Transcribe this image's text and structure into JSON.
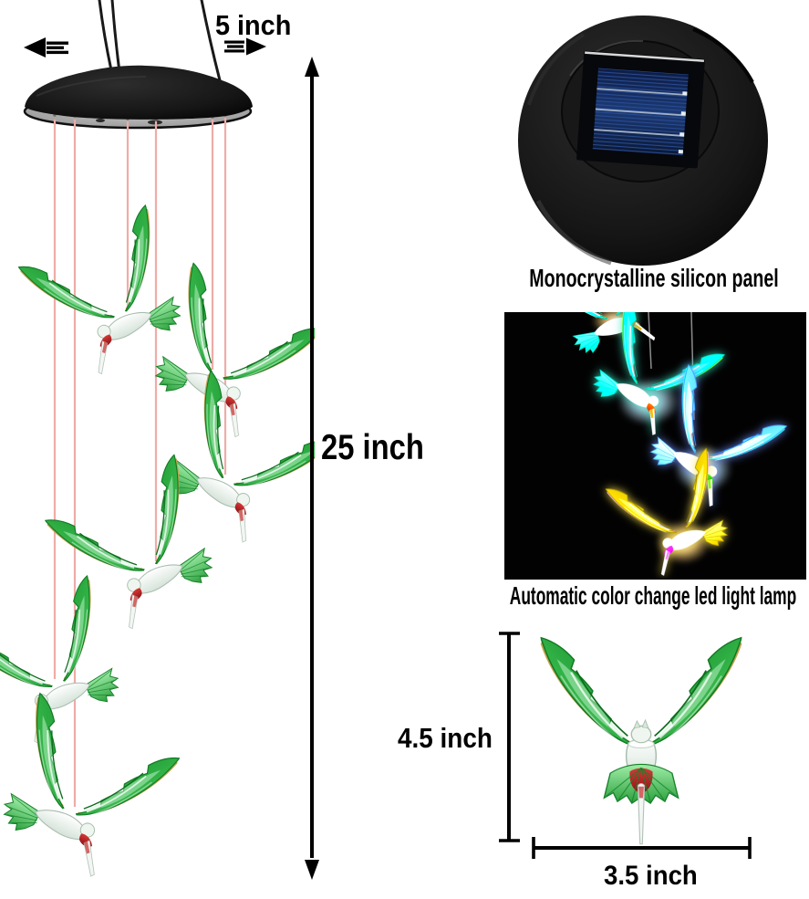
{
  "diagram": {
    "measurements": {
      "top_width": "5 inch",
      "total_length": "25 inch",
      "ornament_height": "4.5 inch",
      "ornament_width": "3.5 inch"
    },
    "captions": {
      "solar_panel": "Monocrystalline silicon panel",
      "led_lamp": "Automatic color change led light lamp"
    },
    "colors": {
      "background": "#ffffff",
      "annotation_text": "#000000",
      "measurement_lines": "#000000",
      "hanging_string_pink": "#eeaca7",
      "bird_wing_green": "#31b246",
      "bird_wing_dark_green": "#127a24",
      "bird_wing_trim_tan": "#c8a24f",
      "bird_body_clear": "#eff6ef",
      "bird_accent_red": "#c32020",
      "solar_housing_black": "#141414",
      "solar_cell_blue": "#16295c",
      "led_photo_background": "#020202",
      "led_teal": "#35e0c8",
      "led_blue": "#5f8cff",
      "led_yellow": "#ffe94a"
    }
  }
}
